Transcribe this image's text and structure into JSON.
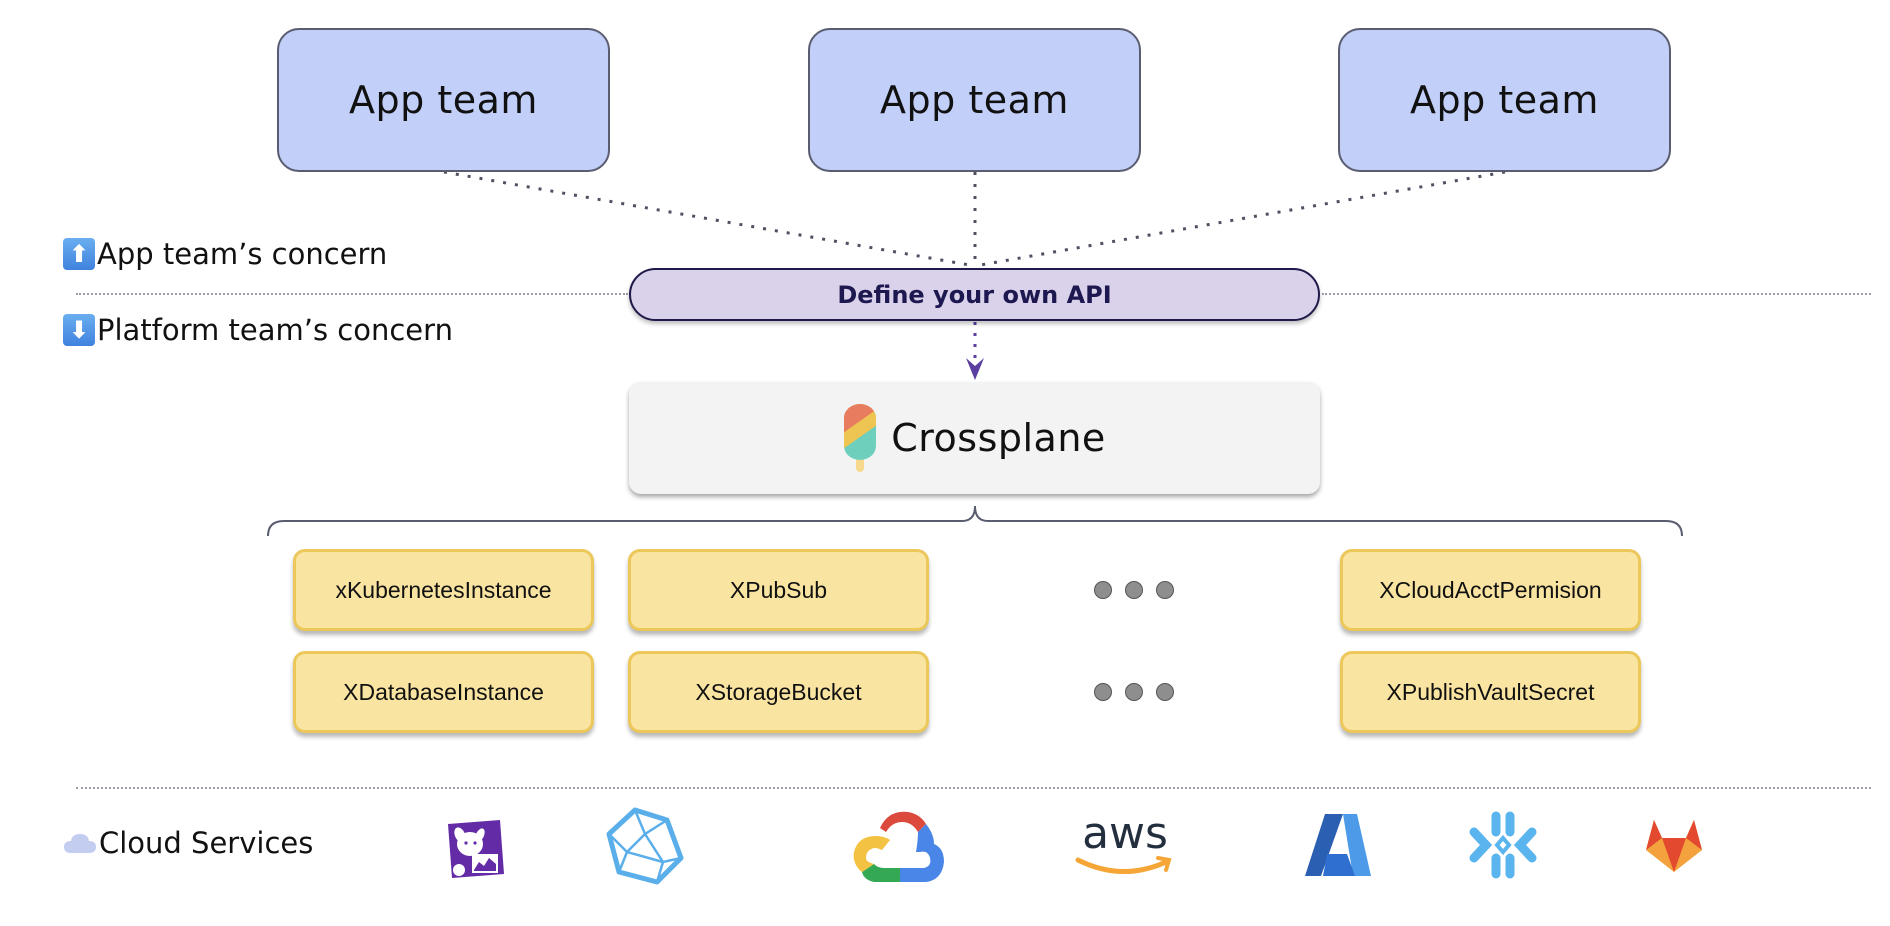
{
  "app_teams": [
    {
      "label": "App team"
    },
    {
      "label": "App team"
    },
    {
      "label": "App team"
    }
  ],
  "concerns": {
    "app": {
      "icon": "up-arrow-icon",
      "glyph": "⬆",
      "label": "App team’s concern"
    },
    "platform": {
      "icon": "down-arrow-icon",
      "glyph": "⬇",
      "label": "Platform team’s concern"
    }
  },
  "api": {
    "label": "Define your own API"
  },
  "crossplane": {
    "icon": "popsicle-logo-icon",
    "label": "Crossplane"
  },
  "composite_resources": {
    "rows": [
      [
        "xKubernetesInstance",
        "XPubSub",
        "XCloudAcctPermision"
      ],
      [
        "XDatabaseInstance",
        "XStorageBucket",
        "XPublishVaultSecret"
      ]
    ],
    "ellipsis": "more-resources"
  },
  "cloud_services": {
    "icon": "cloud-icon",
    "label": "Cloud Services",
    "providers": [
      {
        "name": "datadog",
        "icon": "datadog-logo-icon"
      },
      {
        "name": "polyhedron",
        "icon": "polyhedron-logo-icon"
      },
      {
        "name": "google-cloud",
        "icon": "google-cloud-logo-icon"
      },
      {
        "name": "aws",
        "icon": "aws-logo-icon",
        "text": "aws"
      },
      {
        "name": "azure",
        "icon": "azure-logo-icon"
      },
      {
        "name": "snowflake",
        "icon": "snowflake-logo-icon"
      },
      {
        "name": "gitlab",
        "icon": "gitlab-logo-icon"
      }
    ]
  },
  "colors": {
    "app_box": "#c2cff8",
    "api_pill": "#dad2ea",
    "api_text": "#1d1850",
    "xr_fill": "#f9e4a1",
    "xr_border": "#ecc75a",
    "arrow": "#5a3fa0"
  }
}
